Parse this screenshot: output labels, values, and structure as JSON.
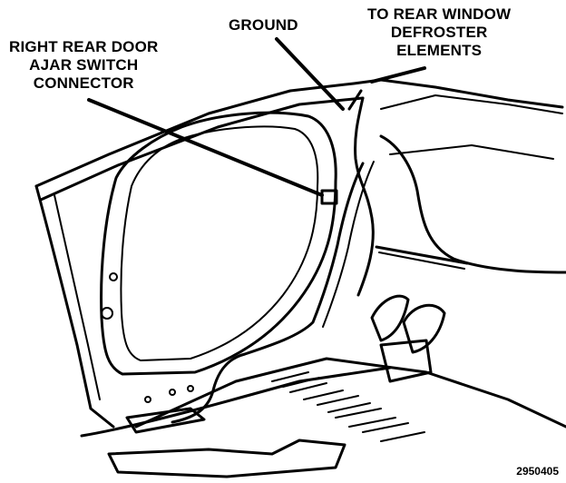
{
  "labels": {
    "ground": "GROUND",
    "rear_window": [
      "TO REAR WINDOW",
      "DEFROSTER",
      "ELEMENTS"
    ],
    "door_ajar": [
      "RIGHT REAR DOOR",
      "AJAR SWITCH",
      "CONNECTOR"
    ]
  },
  "figure_number": "2950405"
}
